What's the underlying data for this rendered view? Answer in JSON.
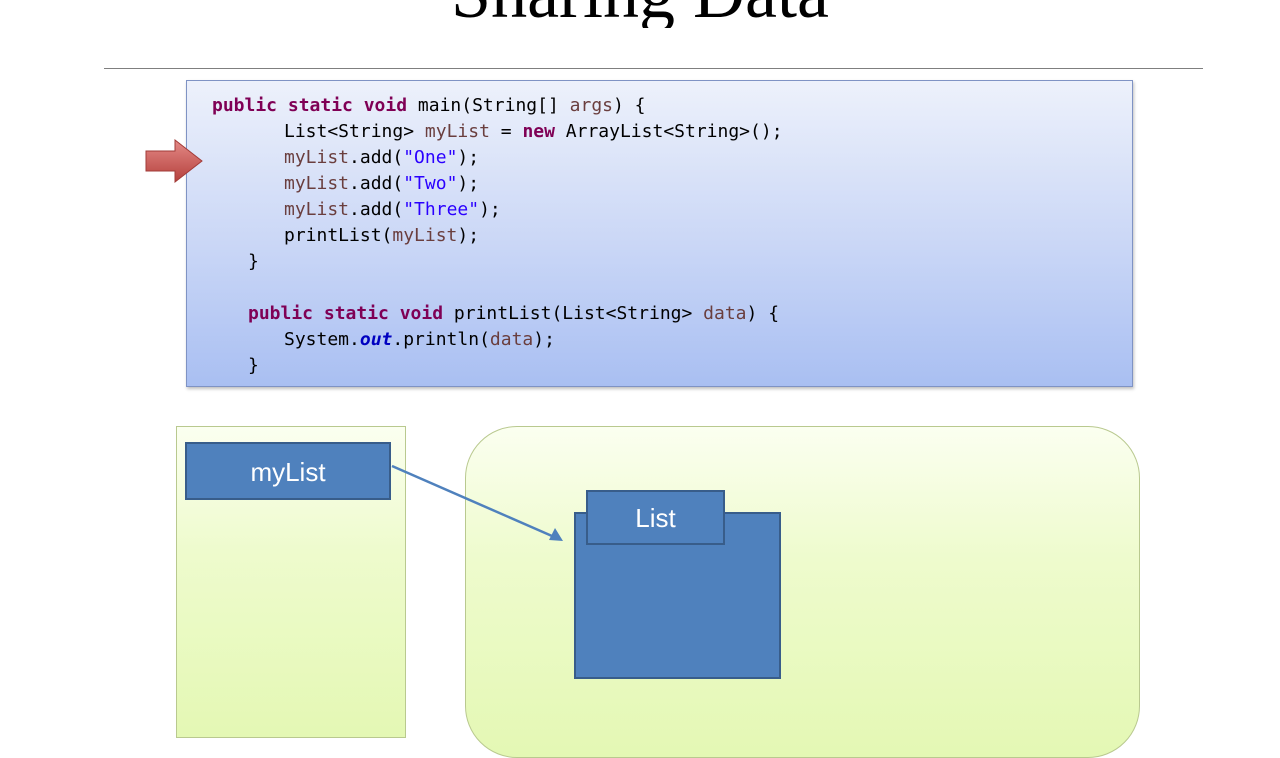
{
  "slide": {
    "title": "Sharing Data"
  },
  "code": {
    "lines": [
      [
        "public static void",
        " main(String[] ",
        "args",
        ") {"
      ],
      [
        "List<String> ",
        "myList",
        " = ",
        "new",
        " ArrayList<String>();"
      ],
      [
        "myList",
        ".add(",
        "\"One\"",
        ");"
      ],
      [
        "myList",
        ".add(",
        "\"Two\"",
        ");"
      ],
      [
        "myList",
        ".add(",
        "\"Three\"",
        ");"
      ],
      [
        "printList(",
        "myList",
        ");"
      ],
      [
        "}"
      ],
      [
        "public static void",
        " printList(List<String> ",
        "data",
        ") {"
      ],
      [
        "System.",
        "out",
        ".println(",
        "data",
        ");"
      ],
      [
        "}"
      ]
    ],
    "current_line_index": 2
  },
  "memory": {
    "variable_label": "myList",
    "object_label": "List"
  },
  "colors": {
    "box_fill": "#4f81bd",
    "box_border": "#385d8a",
    "keyword": "#7f0055",
    "string": "#2a00ff",
    "arrow": "#c0504d",
    "panel": "#e4f8b4"
  },
  "icons": {
    "current_line": "right-arrow-icon"
  }
}
